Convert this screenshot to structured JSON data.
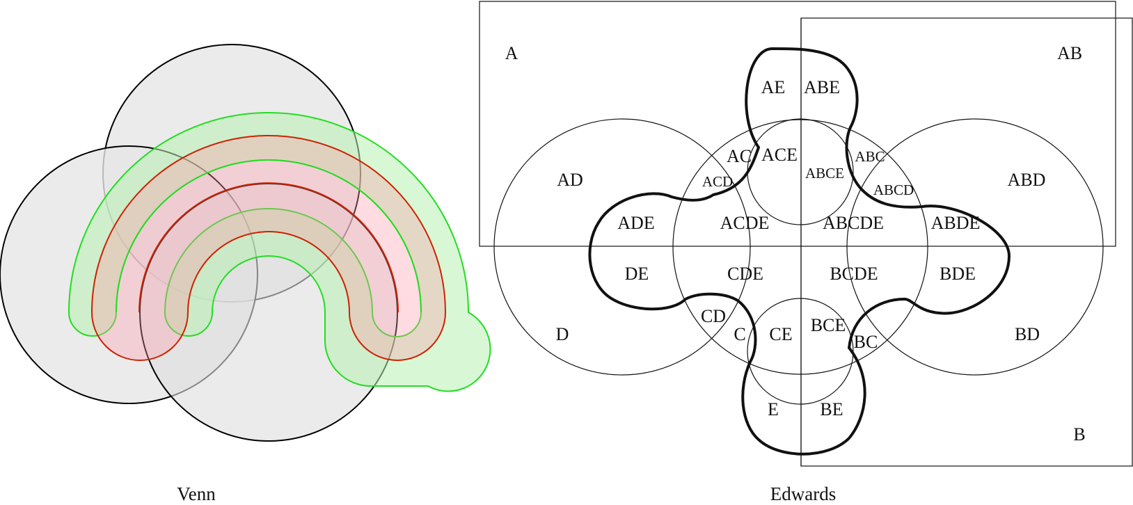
{
  "venn": {
    "caption": "Venn",
    "colors": {
      "circle_fill": "#e6e6e6",
      "circle_stroke": "#000000",
      "green": "#00e000",
      "green_fill": "#c6f5c0",
      "red": "#d42000",
      "red_fill": "#ffd0d4"
    }
  },
  "edwards": {
    "caption": "Edwards",
    "regions": {
      "A": "A",
      "AB": "AB",
      "AE": "AE",
      "ABE": "ABE",
      "AC": "AC",
      "ACE": "ACE",
      "ABC": "ABC",
      "ABCE": "ABCE",
      "ACD": "ACD",
      "ABCD": "ABCD",
      "AD": "AD",
      "ABD": "ABD",
      "ADE": "ADE",
      "ACDE": "ACDE",
      "ABCDE": "ABCDE",
      "ABDE": "ABDE",
      "DE": "DE",
      "CDE": "CDE",
      "BCDE": "BCDE",
      "BDE": "BDE",
      "CD": "CD",
      "C": "C",
      "CE": "CE",
      "BCE": "BCE",
      "BC": "BC",
      "D": "D",
      "BD": "BD",
      "E": "E",
      "BE": "BE",
      "B": "B"
    }
  }
}
